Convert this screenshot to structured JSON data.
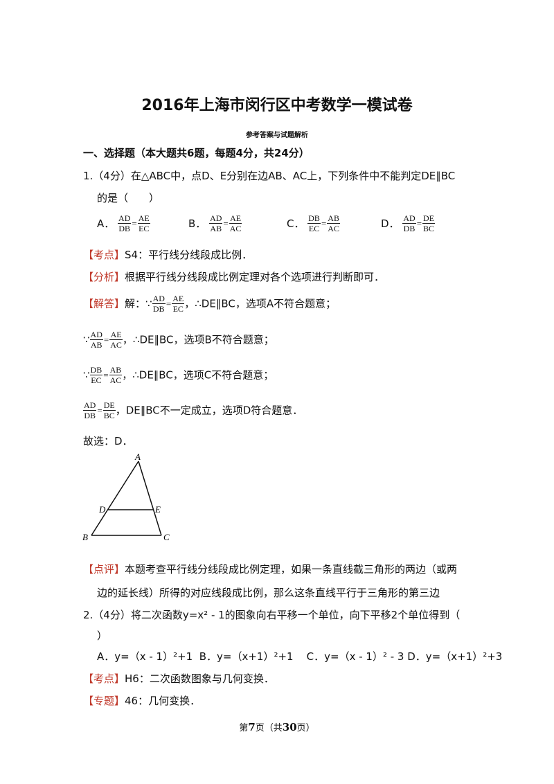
{
  "title": "2016年上海市闵行区中考数学一模试卷",
  "subtitle": "参考答案与试题解析",
  "section1": "一、选择题（本大题共6题，每题4分，共24分）",
  "q1": {
    "line1": "1.（4分）在△ABC中，点D、E分别在边AB、AC上，下列条件中不能判定DE∥BC",
    "line2": "的是（　　）",
    "options": [
      {
        "label": "A．",
        "n1": "AD",
        "d1": "DB",
        "n2": "AE",
        "d2": "EC"
      },
      {
        "label": "B．",
        "n1": "AD",
        "d1": "AB",
        "n2": "AE",
        "d2": "AC"
      },
      {
        "label": "C．",
        "n1": "DB",
        "d1": "EC",
        "n2": "AB",
        "d2": "AC"
      },
      {
        "label": "D．",
        "n1": "AD",
        "d1": "DB",
        "n2": "DE",
        "d2": "BC"
      }
    ],
    "kaodian_tag": "【考点】",
    "kaodian": "S4：平行线分线段成比例．",
    "fenxi_tag": "【分析】",
    "fenxi": "根据平行线分线段成比例定理对各个选项进行判断即可．",
    "jieda_tag": "【解答】",
    "jieda_lead": "解：∵",
    "sol": [
      {
        "pre": "∵",
        "n1": "AD",
        "d1": "DB",
        "n2": "AE",
        "d2": "EC",
        "post": "，∴DE∥BC，选项A不符合题意；"
      },
      {
        "pre": "∵",
        "n1": "AD",
        "d1": "AB",
        "n2": "AE",
        "d2": "AC",
        "post": "，∴DE∥BC，选项B不符合题意；"
      },
      {
        "pre": "∵",
        "n1": "DB",
        "d1": "EC",
        "n2": "AB",
        "d2": "AC",
        "post": "，∴DE∥BC，选项C不符合题意；"
      },
      {
        "pre": "",
        "n1": "AD",
        "d1": "DB",
        "n2": "DE",
        "d2": "BC",
        "post": "，DE∥BC不一定成立，选项D符合题意．"
      }
    ],
    "answer": "故选：D．",
    "figure_labels": {
      "A": "A",
      "B": "B",
      "C": "C",
      "D": "D",
      "E": "E"
    },
    "dianping_tag": "【点评】",
    "dianping1": "本题考查平行线分线段成比例定理，如果一条直线截三角形的两边（或两",
    "dianping2": "边的延长线）所得的对应线段成比例，那么这条直线平行于三角形的第三边"
  },
  "q2": {
    "line1": "2.（4分）将二次函数y=x² - 1的图象向右平移一个单位，向下平移2个单位得到（",
    "line2": "）",
    "options_line": "A．y=（x - 1）²+1  B．y=（x+1）²+1    C．y=（x - 1）² - 3 D．y=（x+1）²+3",
    "kaodian_tag": "【考点】",
    "kaodian": "H6：二次函数图象与几何变换．",
    "zhuanti_tag": "【专题】",
    "zhuanti": "46：几何变换．"
  },
  "footer": {
    "pre": "第",
    "page": "7",
    "mid": "页（共",
    "total": "30",
    "post": "页）"
  }
}
